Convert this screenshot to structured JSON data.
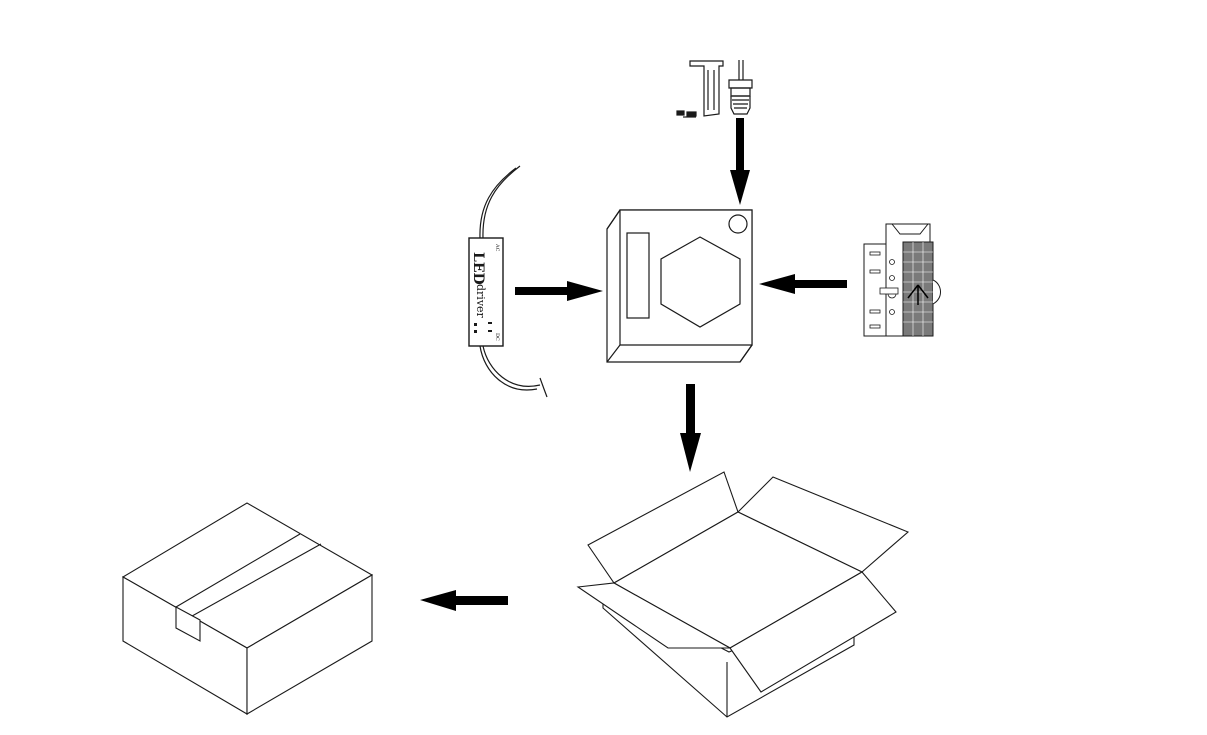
{
  "diagram": {
    "driver": {
      "title": "LED",
      "subtitle": "driver",
      "input_mark": "AC",
      "output_mark": "DC"
    },
    "colors": {
      "stroke": "#1a1a1a",
      "arrow": "#000000",
      "background": "#ffffff",
      "module_fill": "#7a7a7a"
    },
    "components": [
      {
        "id": "mounting-bracket-and-lamp-base",
        "icon": "bracket-and-e-base-icon"
      },
      {
        "id": "led-driver",
        "icon": "led-driver-icon"
      },
      {
        "id": "led-module",
        "icon": "led-module-icon"
      },
      {
        "id": "inner-box",
        "icon": "inner-box-icon"
      },
      {
        "id": "open-carton",
        "icon": "open-carton-icon"
      },
      {
        "id": "sealed-carton",
        "icon": "sealed-carton-icon"
      }
    ],
    "flow": [
      {
        "from": "mounting-bracket-and-lamp-base",
        "to": "inner-box",
        "direction": "down"
      },
      {
        "from": "led-driver",
        "to": "inner-box",
        "direction": "right"
      },
      {
        "from": "led-module",
        "to": "inner-box",
        "direction": "left"
      },
      {
        "from": "inner-box",
        "to": "open-carton",
        "direction": "down"
      },
      {
        "from": "open-carton",
        "to": "sealed-carton",
        "direction": "left"
      }
    ]
  }
}
